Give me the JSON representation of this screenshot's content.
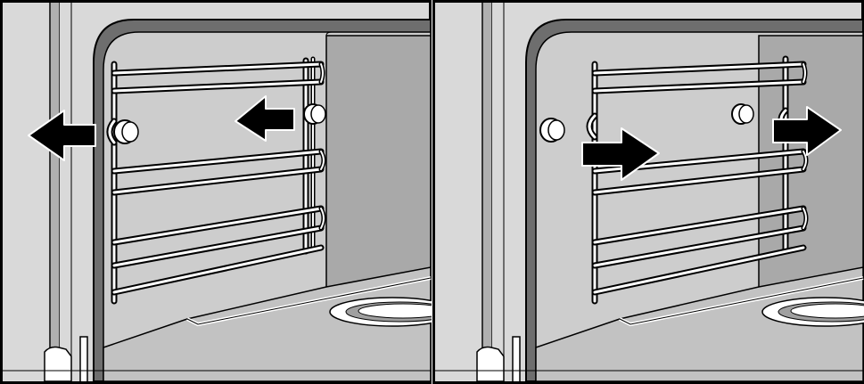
{
  "figure": {
    "panels": [
      {
        "id": "left",
        "step": "remove-shelf-rack",
        "arrows": [
          {
            "name": "pull-left-arrow",
            "direction": "left"
          },
          {
            "name": "unhook-left-arrow",
            "direction": "left"
          }
        ]
      },
      {
        "id": "right",
        "step": "insert-shelf-rack",
        "arrows": [
          {
            "name": "push-right-arrow",
            "direction": "right"
          },
          {
            "name": "hook-right-arrow",
            "direction": "right"
          }
        ]
      }
    ],
    "colors": {
      "background": "#ffffff",
      "outline": "#000000",
      "cavity_rim": "#6e6e6e",
      "side_wall": "#cdcdcd",
      "back_wall": "#a9a9a9",
      "floor": "#c2c2c2",
      "frame": "#d9d9d9",
      "door_gap": "#b0b0b0",
      "rack_light": "#ffffff",
      "rack_dark": "#000000",
      "arrow_fill": "#000000",
      "arrow_outline": "#ffffff"
    }
  }
}
